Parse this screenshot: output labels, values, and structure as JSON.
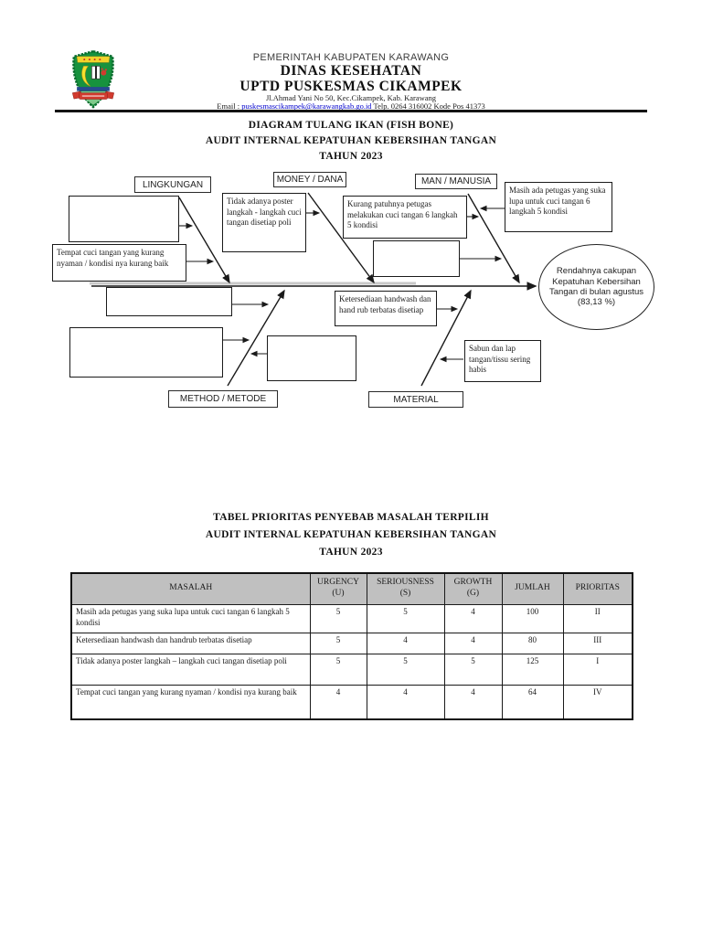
{
  "header": {
    "government": "PEMERINTAH KABUPATEN KARAWANG",
    "department": "DINAS KESEHATAN",
    "unit": "UPTD PUSKESMAS CIKAMPEK",
    "address": "Jl.Ahmad Yani No 50, Kec.Cikampek, Kab. Karawang",
    "email_label": "Email :",
    "email": "puskesmascikampek@karawangkab.go.id",
    "contact": "Telp. 0264 316002 Kode Pos 41373",
    "logo_icon": "karawang-regency-seal"
  },
  "fishbone": {
    "title_line1": "DIAGRAM TULANG IKAN (FISH BONE)",
    "title_line2": "AUDIT INTERNAL KEPATUHAN KEBERSIHAN TANGAN",
    "title_line3": "TAHUN 2023",
    "categories": {
      "lingkungan": "LINGKUNGAN",
      "money": "MONEY / DANA",
      "man": "MAN / MANUSIA",
      "method": "METHOD / METODE",
      "material": "MATERIAL"
    },
    "causes": {
      "tempat_cuci": "Tempat cuci tangan yang kurang nyaman / kondisi nya kurang baik",
      "poster": "Tidak adanya poster langkah - langkah cuci tangan disetiap poli",
      "kurang_patuh": "Kurang patuhnya petugas melakukan cuci tangan 6 langkah 5 kondisi",
      "suka_lupa": "Masih ada petugas yang suka lupa untuk cuci tangan 6 langkah 5 kondisi",
      "handwash": "Ketersediaan handwash dan hand rub terbatas disetiap",
      "sabun": "Sabun dan lap tangan/tissu sering habis"
    },
    "effect": "Rendahnya cakupan Kepatuhan Kebersihan Tangan di bulan agustus (83,13 %)"
  },
  "table": {
    "title_line1": "TABEL PRIORITAS PENYEBAB MASALAH TERPILIH",
    "title_line2": "AUDIT INTERNAL KEPATUHAN KEBERSIHAN TANGAN",
    "title_line3": "TAHUN 2023",
    "headers": {
      "masalah": "MASALAH",
      "urgency": "URGENCY",
      "urgency_sub": "(U)",
      "seriousness": "SERIOUSNESS",
      "seriousness_sub": "(S)",
      "growth": "GROWTH",
      "growth_sub": "(G)",
      "jumlah": "JUMLAH",
      "prioritas": "PRIORITAS"
    },
    "rows": [
      {
        "masalah": "Masih ada petugas yang suka lupa untuk cuci tangan 6 langkah 5 kondisi",
        "u": "5",
        "s": "5",
        "g": "4",
        "jumlah": "100",
        "prioritas": "II"
      },
      {
        "masalah": "Ketersediaan handwash dan handrub terbatas disetiap",
        "u": "5",
        "s": "4",
        "g": "4",
        "jumlah": "80",
        "prioritas": "III"
      },
      {
        "masalah": "Tidak adanya poster langkah – langkah cuci tangan disetiap poli",
        "u": "5",
        "s": "5",
        "g": "5",
        "jumlah": "125",
        "prioritas": "I"
      },
      {
        "masalah": "Tempat cuci tangan yang kurang nyaman / kondisi nya kurang baik",
        "u": "4",
        "s": "4",
        "g": "4",
        "jumlah": "64",
        "prioritas": "IV"
      }
    ]
  },
  "colors": {
    "table_header_bg": "#c0c0c0",
    "link_blue": "#0000cc",
    "logo_green": "#17923e",
    "logo_yellow": "#f2d42b",
    "logo_red": "#d23b2f"
  }
}
